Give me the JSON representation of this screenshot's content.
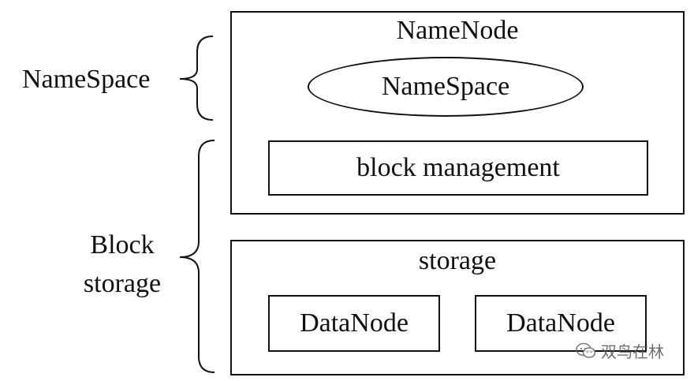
{
  "diagram": {
    "left_labels": {
      "namespace": "NameSpace",
      "block_storage_line1": "Block",
      "block_storage_line2": "storage"
    },
    "namenode": {
      "title": "NameNode",
      "namespace_ellipse": "NameSpace",
      "block_management": "block management"
    },
    "storage": {
      "title": "storage",
      "datanodes": [
        "DataNode",
        "DataNode"
      ]
    }
  },
  "watermark": {
    "text": "双鸟在林",
    "icon": "wechat-icon"
  }
}
